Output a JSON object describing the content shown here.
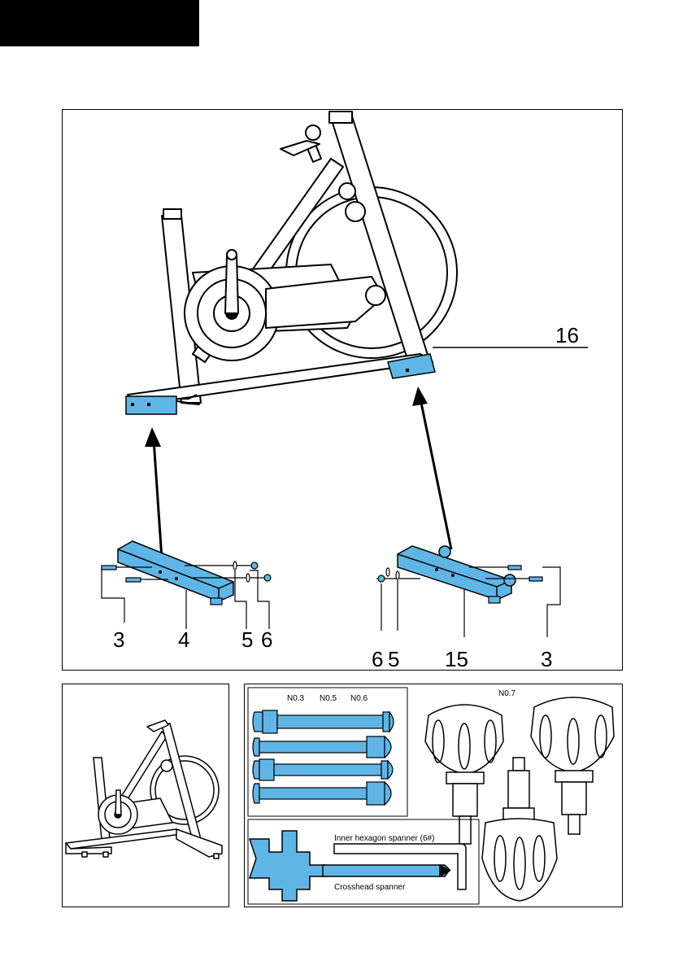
{
  "colors": {
    "part_blue": "#5fb6e6",
    "line": "#000000",
    "background": "#ffffff"
  },
  "main": {
    "labels": {
      "frame": "16",
      "front_bolt": "3",
      "front_stabilizer": "4",
      "front_washer": "5",
      "front_nut": "6",
      "rear_nut": "6",
      "rear_washer": "5",
      "rear_stabilizer": "15",
      "rear_bolt": "3"
    }
  },
  "parts": {
    "hardware": [
      "N0.3",
      "N0.5",
      "N0.6"
    ],
    "knob": "N0.7",
    "tools": {
      "hex_spanner": "Inner hexagon spanner (6#)",
      "crosshead": "Crosshead spanner"
    }
  }
}
